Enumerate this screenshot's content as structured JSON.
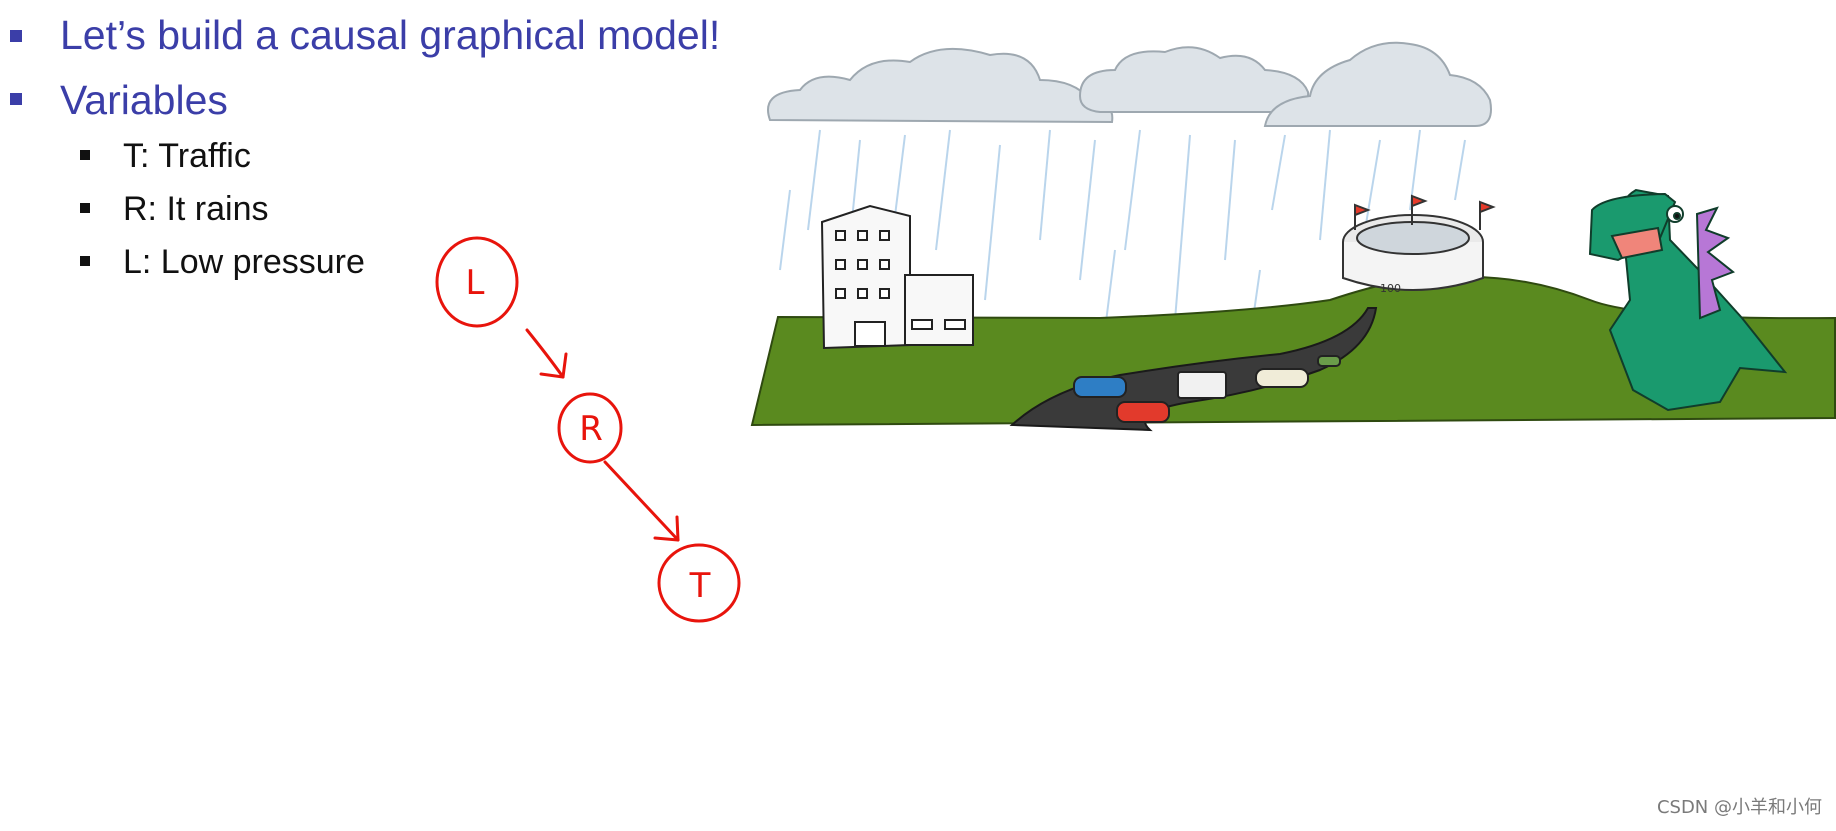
{
  "slide": {
    "bullets": [
      {
        "text": "Let’s build a causal graphical model!"
      },
      {
        "text": "Variables",
        "sub": [
          {
            "text": "T: Traffic"
          },
          {
            "text": "R: It rains"
          },
          {
            "text": "L: Low pressure"
          }
        ]
      }
    ]
  },
  "diagram": {
    "nodes": [
      {
        "id": "L",
        "label": "L"
      },
      {
        "id": "R",
        "label": "R"
      },
      {
        "id": "T",
        "label": "T"
      }
    ],
    "edges": [
      {
        "from": "L",
        "to": "R"
      },
      {
        "from": "R",
        "to": "T"
      }
    ],
    "ink_color": "#e8140c"
  },
  "illustration": {
    "scene": "cartoon-rain-traffic-monster",
    "stadium_sign": "100"
  },
  "watermark": "CSDN @小羊和小何",
  "colors": {
    "heading": "#3b3ea8",
    "text": "#111111",
    "grass": "#5a8a1f",
    "monster": "#1a9a6e",
    "cloud": "#dde3e8"
  }
}
